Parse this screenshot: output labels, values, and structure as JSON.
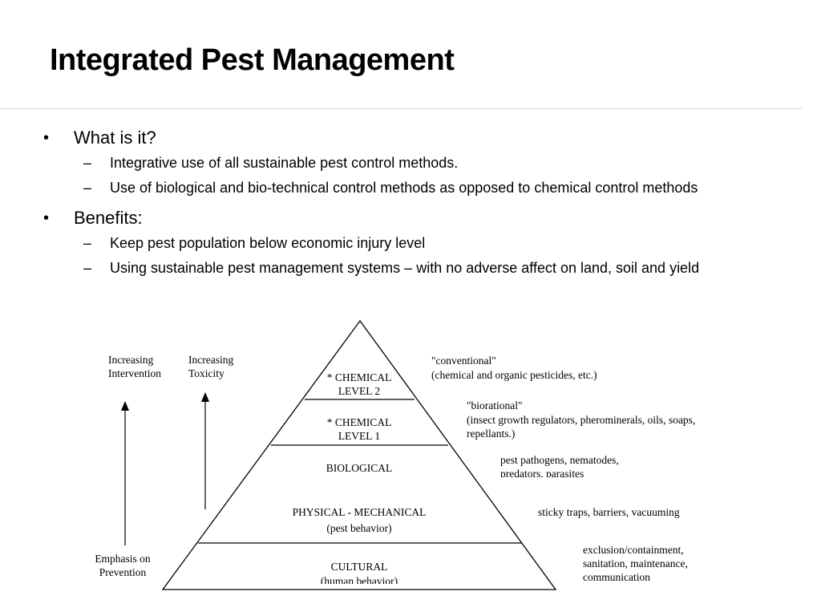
{
  "slide": {
    "title": "Integrated Pest Management",
    "bullets": [
      {
        "text": "What is it?",
        "sub": [
          "Integrative use of all sustainable pest control methods.",
          "Use of biological and bio-technical control methods as opposed to chemical control methods"
        ]
      },
      {
        "text": "Benefits:",
        "sub": [
          "Keep pest population below economic injury level",
          "Using sustainable pest management systems – with no adverse affect on land, soil and yield"
        ]
      }
    ]
  },
  "pyramid": {
    "axes": {
      "intervention": "Increasing Intervention",
      "toxicity": "Increasing Toxicity",
      "prevention": "Emphasis on Prevention"
    },
    "levels": [
      {
        "name": "* CHEMICAL LEVEL 2"
      },
      {
        "name": "* CHEMICAL LEVEL 1"
      },
      {
        "name": "BIOLOGICAL"
      },
      {
        "name": "PHYSICAL - MECHANICAL",
        "sub": "(pest behavior)"
      },
      {
        "name": "CULTURAL",
        "sub": "(human behavior)"
      }
    ],
    "descriptions": {
      "conventional_title": "\"conventional\"",
      "conventional_body": "(chemical and organic pesticides, etc.)",
      "biorational_title": "\"biorational\"",
      "biorational_body": "(insect growth regulators, pherominerals, oils, soaps, repellants.)",
      "biological": "pest pathogens, nematodes, predators, parasites",
      "physical": "sticky traps, barriers, vacuuming",
      "cultural": "exclusion/containment, sanitation, maintenance, communication"
    }
  }
}
